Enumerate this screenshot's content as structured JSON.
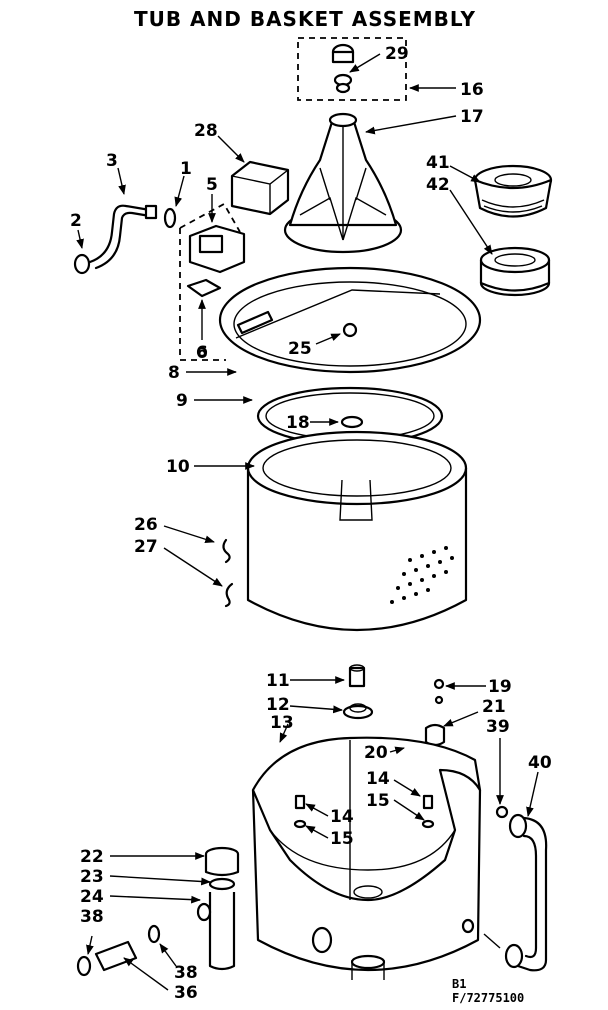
{
  "title": "TUB AND BASKET ASSEMBLY",
  "footer": {
    "line1": "B1",
    "line2": "F/72775100"
  },
  "callouts": {
    "c1": "1",
    "c2": "2",
    "c3": "3",
    "c5": "5",
    "c6": "6",
    "c8": "8",
    "c9": "9",
    "c10": "10",
    "c11": "11",
    "c12": "12",
    "c13": "13",
    "c14a": "14",
    "c14b": "14",
    "c15a": "15",
    "c15b": "15",
    "c16": "16",
    "c17": "17",
    "c18": "18",
    "c19": "19",
    "c20": "20",
    "c21": "21",
    "c22": "22",
    "c23": "23",
    "c24": "24",
    "c25": "25",
    "c26": "26",
    "c27": "27",
    "c28": "28",
    "c29": "29",
    "c36": "36",
    "c38a": "38",
    "c38b": "38",
    "c39": "39",
    "c40": "40",
    "c41": "41",
    "c42": "42"
  }
}
